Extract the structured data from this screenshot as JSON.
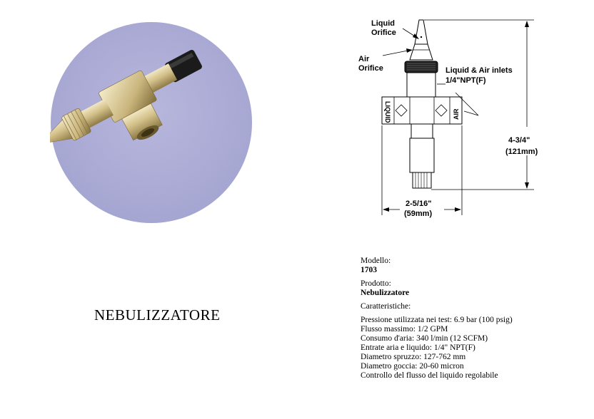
{
  "product_title": "NEBULIZZATORE",
  "diagram": {
    "liquid_orifice": [
      "Liquid",
      "Orifice"
    ],
    "air_orifice": [
      "Air",
      "Orifice"
    ],
    "inlets": [
      "Liquid & Air inlets",
      "1/4\"NPT(F)"
    ],
    "side_liquid": "LIQUID",
    "side_air": "AIR",
    "height": [
      "4-3/4\"",
      "(121mm)"
    ],
    "width": [
      "2-5/16\"",
      "(59mm)"
    ]
  },
  "specs": {
    "model_label": "Modello:",
    "model_value": "1703",
    "product_label": "Prodotto:",
    "product_value": "Nebulizzatore",
    "features_label": "Caratteristiche:",
    "features": [
      "Pressione utilizzata nei test: 6.9 bar (100 psig)",
      "Flusso massimo: 1/2 GPM",
      "Consumo d'aria: 340 l/min (12 SCFM)",
      "Entrate aria e liquido: 1/4\" NPT(F)",
      "Diametro spruzzo: 127-762 mm",
      "Diametro goccia: 20-60 micron",
      "Controllo del flusso del liquido regolabile"
    ]
  }
}
